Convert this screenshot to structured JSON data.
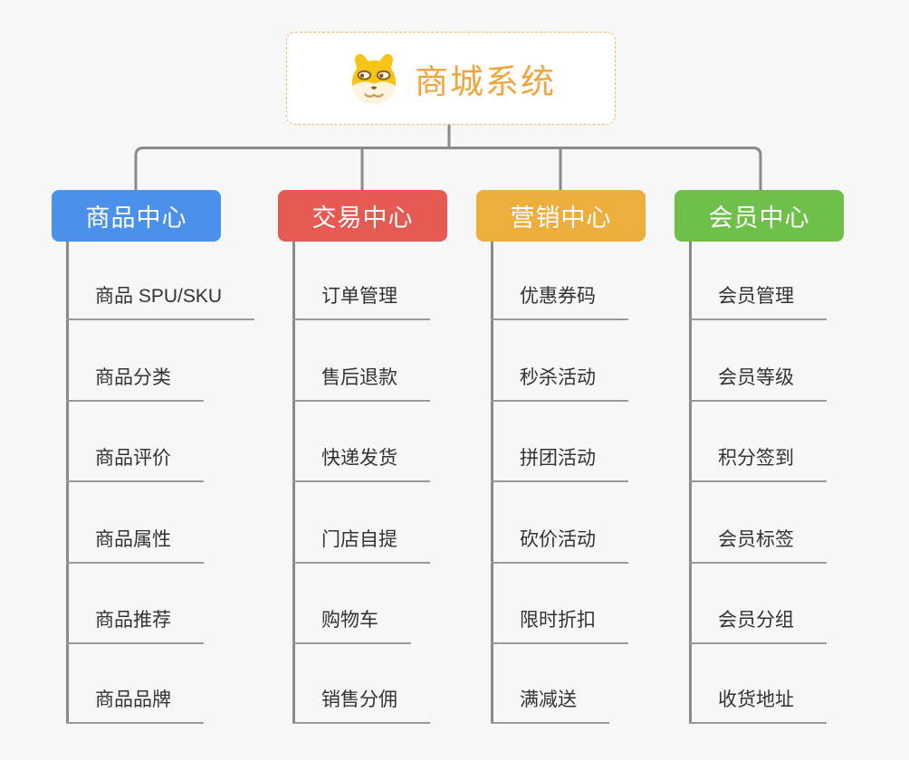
{
  "root": {
    "title": "商城系统",
    "icon": "dog-face-icon"
  },
  "branches": [
    {
      "label": "商品中心",
      "color": "#4b91eb",
      "items": [
        "商品 SPU/SKU",
        "商品分类",
        "商品评价",
        "商品属性",
        "商品推荐",
        "商品品牌"
      ]
    },
    {
      "label": "交易中心",
      "color": "#e55b53",
      "items": [
        "订单管理",
        "售后退款",
        "快递发货",
        "门店自提",
        "购物车",
        "销售分佣"
      ]
    },
    {
      "label": "营销中心",
      "color": "#eeae3e",
      "items": [
        "优惠券码",
        "秒杀活动",
        "拼团活动",
        "砍价活动",
        "限时折扣",
        "满减送"
      ]
    },
    {
      "label": "会员中心",
      "color": "#6ec04b",
      "items": [
        "会员管理",
        "会员等级",
        "积分签到",
        "会员标签",
        "会员分组",
        "收货地址"
      ]
    }
  ],
  "colors": {
    "background": "#f7f7f7",
    "connector": "#8a8a8a",
    "leaf_underline": "#999999",
    "leaf_text": "#333333",
    "root_text": "#f0a63c",
    "root_border": "#f2b95e"
  }
}
